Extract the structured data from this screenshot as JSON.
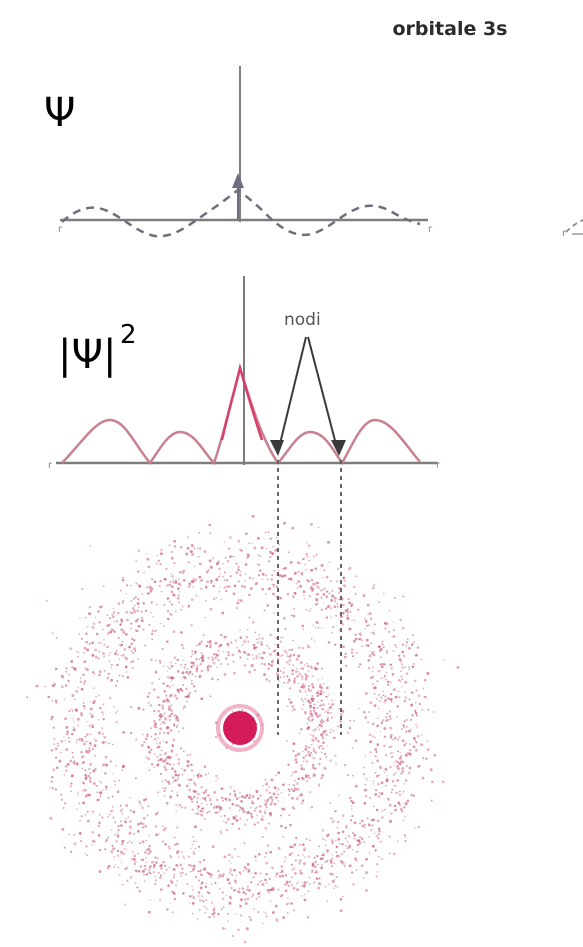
{
  "title": "orbitale 3s",
  "psi_label": "Ψ",
  "psi_squared_label": {
    "base": "|Ψ|",
    "exponent": "2"
  },
  "nodes_label": "nodi",
  "colors": {
    "axis": "#7d7d7d",
    "wave": "#6e6e7e",
    "density_curve": "#c9808f",
    "density_peak": "#d63f6a",
    "dots": "#c4507a",
    "core": "#d41c5c"
  }
}
